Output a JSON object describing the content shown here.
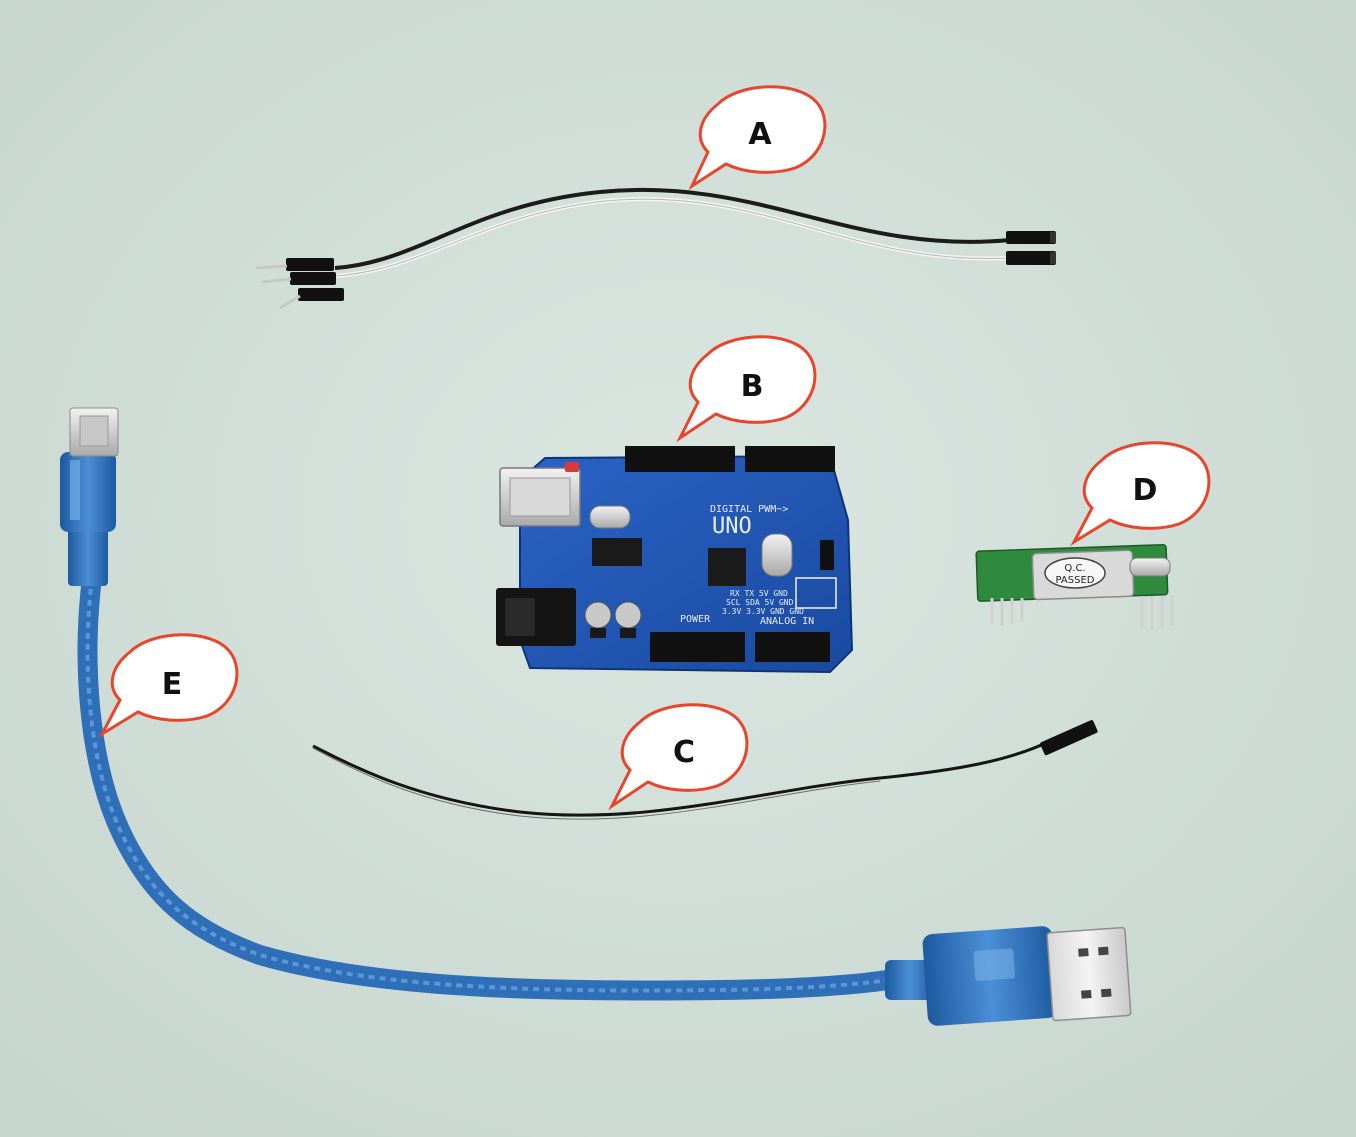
{
  "callouts": {
    "a": "A",
    "b": "B",
    "c": "C",
    "d": "D",
    "e": "E"
  },
  "board": {
    "model_text": "UNO",
    "header_text": "DIGITAL PWM~>",
    "power_text": "POWER",
    "analog_text": "ANALOG IN",
    "pins_row1": "RX  TX  5V  GND",
    "pins_row2": "SCL SDA 5V  GND",
    "pins_row3": "3.3V 3.3V GND GND"
  },
  "receiver": {
    "label_line1": "Q.C.",
    "label_line2": "PASSED"
  },
  "colors": {
    "background": "#cfdcd6",
    "callout_fill": "#ffffff",
    "callout_border": "#e8452c",
    "board_blue": "#1f58b8",
    "cable_blue": "#2f6fb8",
    "module_green": "#2e8b3e"
  }
}
